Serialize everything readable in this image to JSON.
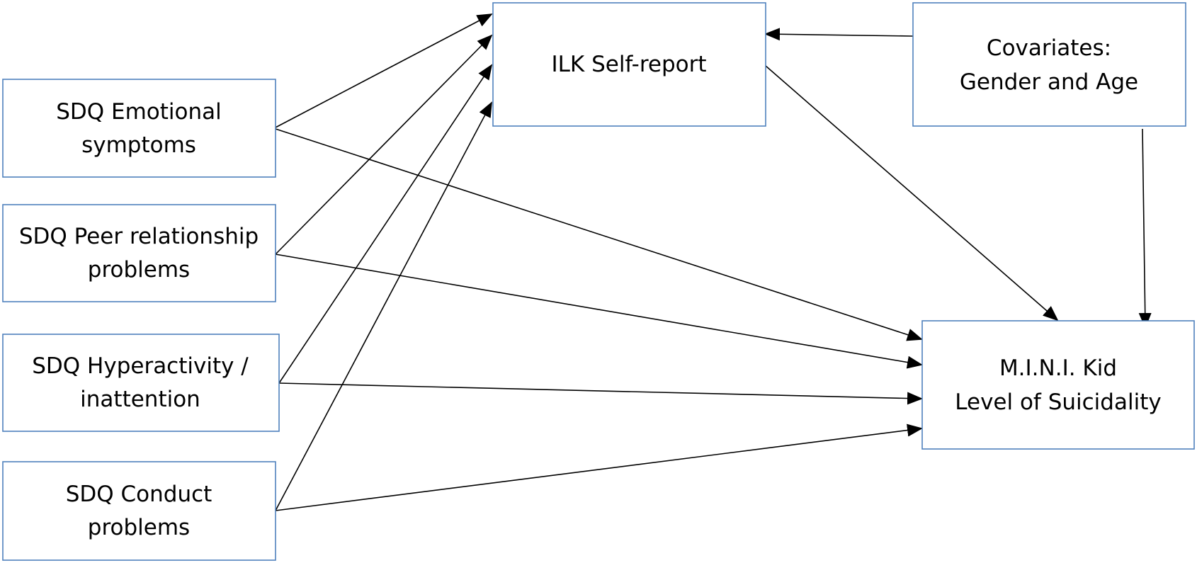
{
  "nodes": {
    "emotional": {
      "lines": [
        "SDQ Emotional",
        "symptoms"
      ]
    },
    "peer": {
      "lines": [
        "SDQ Peer relationship",
        "problems"
      ]
    },
    "hyper": {
      "lines": [
        "SDQ Hyperactivity /",
        "inattention"
      ]
    },
    "conduct": {
      "lines": [
        "SDQ Conduct",
        "problems"
      ]
    },
    "ilk": {
      "lines": [
        "ILK Self-report"
      ]
    },
    "covariates": {
      "lines": [
        "Covariates:",
        "Gender and Age"
      ]
    },
    "mini": {
      "lines": [
        "M.I.N.I. Kid",
        "Level of Suicidality"
      ]
    }
  },
  "edges": [
    {
      "from": "emotional",
      "to": "ilk"
    },
    {
      "from": "peer",
      "to": "ilk"
    },
    {
      "from": "hyper",
      "to": "ilk"
    },
    {
      "from": "conduct",
      "to": "ilk"
    },
    {
      "from": "emotional",
      "to": "mini"
    },
    {
      "from": "peer",
      "to": "mini"
    },
    {
      "from": "hyper",
      "to": "mini"
    },
    {
      "from": "conduct",
      "to": "mini"
    },
    {
      "from": "covariates",
      "to": "ilk"
    },
    {
      "from": "covariates",
      "to": "mini"
    },
    {
      "from": "ilk",
      "to": "mini"
    }
  ],
  "colors": {
    "box_border": "#4f81bd",
    "edge": "#000000",
    "text": "#000000",
    "background": "#ffffff"
  }
}
